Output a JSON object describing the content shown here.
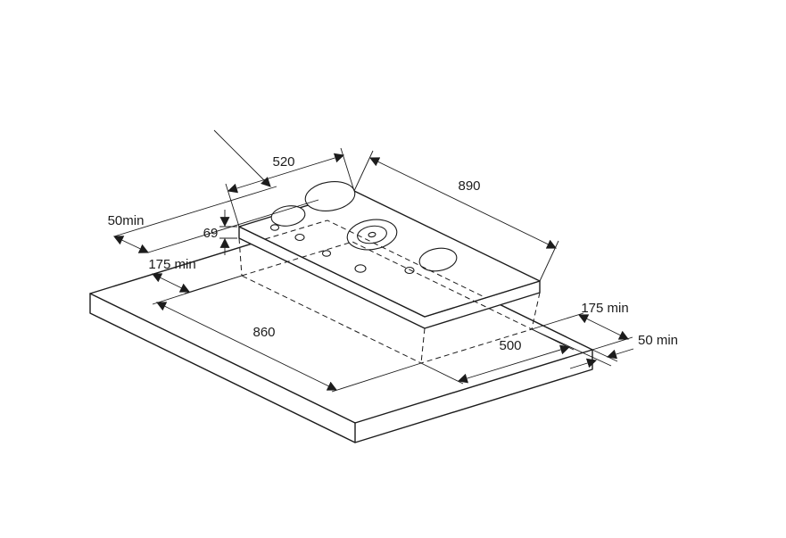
{
  "page": {
    "background_color": "#ffffff",
    "line_color": "#1c1c1c",
    "description_labels": {
      "hob_depth": "520",
      "hob_width": "890",
      "hob_height": "69",
      "clearance_rear_left": "50min",
      "clearance_side_left": "175 min",
      "cutout_length": "860",
      "cutout_depth": "500",
      "clearance_side_right": "175 min",
      "clearance_front_right": "50 min"
    }
  }
}
